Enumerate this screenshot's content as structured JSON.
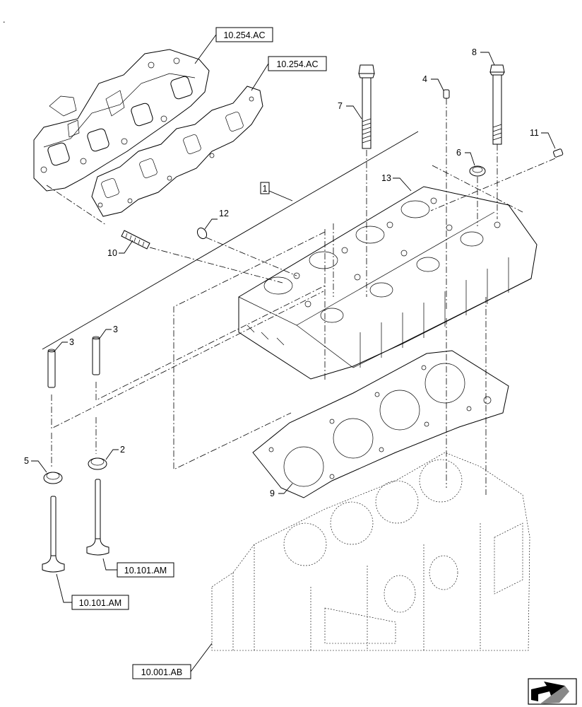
{
  "references": {
    "manifold_top": "10.254.AC",
    "manifold_gasket": "10.254.AC",
    "valve_exhaust_right": "10.101.AM",
    "valve_exhaust_left": "10.101.AM",
    "engine_block": "10.001.AB"
  },
  "group_box_label": "1",
  "part_numbers": {
    "p2": "2",
    "p3a": "3",
    "p3b": "3",
    "p4": "4",
    "p5": "5",
    "p6": "6",
    "p7": "7",
    "p8": "8",
    "p9": "9",
    "p10": "10",
    "p11": "11",
    "p12": "12",
    "p13": "13"
  },
  "corner_mark": "."
}
